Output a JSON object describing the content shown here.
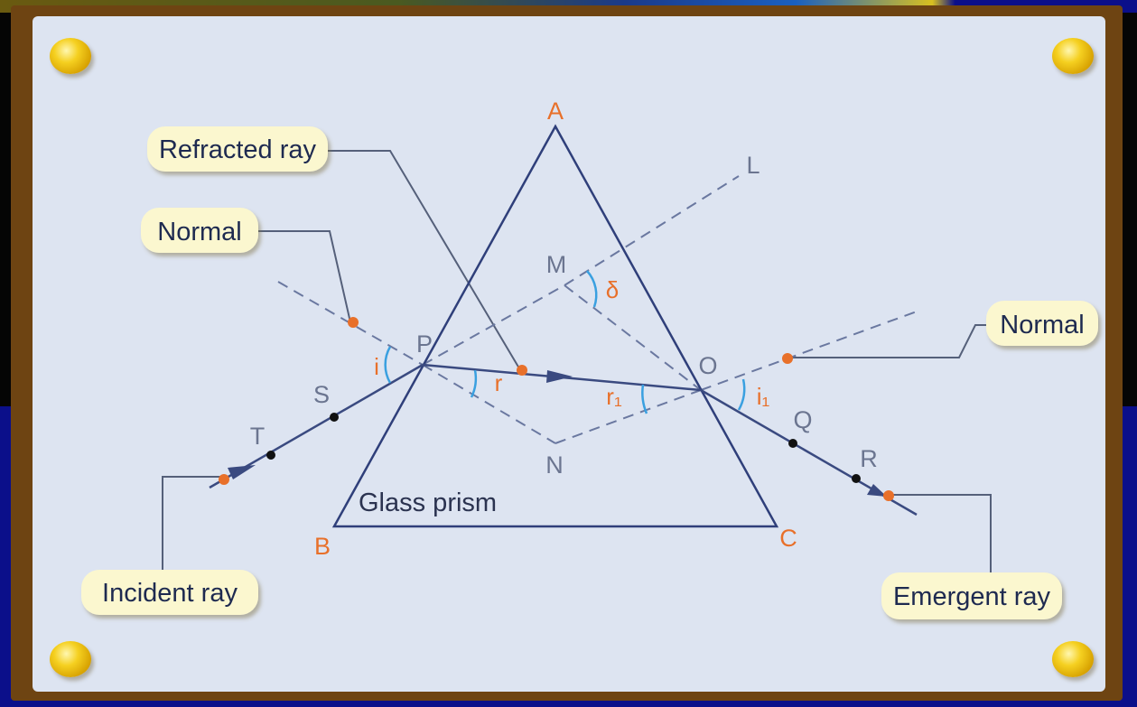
{
  "callouts": {
    "refracted_ray": "Refracted ray",
    "normal_left": "Normal",
    "normal_right": "Normal",
    "incident_ray": "Incident ray",
    "emergent_ray": "Emergent ray"
  },
  "prism_label": "Glass prism",
  "vertices": {
    "a": "A",
    "b": "B",
    "c": "C"
  },
  "points": {
    "p": "P",
    "o": "O",
    "m": "M",
    "n": "N",
    "l": "L",
    "s": "S",
    "t": "T",
    "q": "Q",
    "r": "R"
  },
  "angles": {
    "i": "i",
    "r": "r",
    "r1": "r₁",
    "i1": "i₁",
    "delta": "δ"
  },
  "colors": {
    "board": "#dde4f1",
    "frame": "#6e4412",
    "prism": "#2f3f7a",
    "ray": "#3a4a80",
    "dashed": "#6a78a0",
    "orange": "#e8702a",
    "angle_arc": "#3aa0e0",
    "callout_fill": "#fbf7cf"
  }
}
